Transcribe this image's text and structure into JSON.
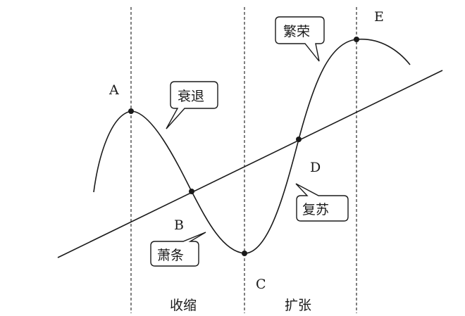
{
  "points": {
    "a": "A",
    "b": "B",
    "c": "C",
    "d": "D",
    "e": "E"
  },
  "phases": {
    "contraction": "收缩",
    "expansion": "扩张"
  },
  "callouts": {
    "recession": "衰退",
    "depression": "萧条",
    "recovery": "复苏",
    "prosperity": "繁荣"
  }
}
